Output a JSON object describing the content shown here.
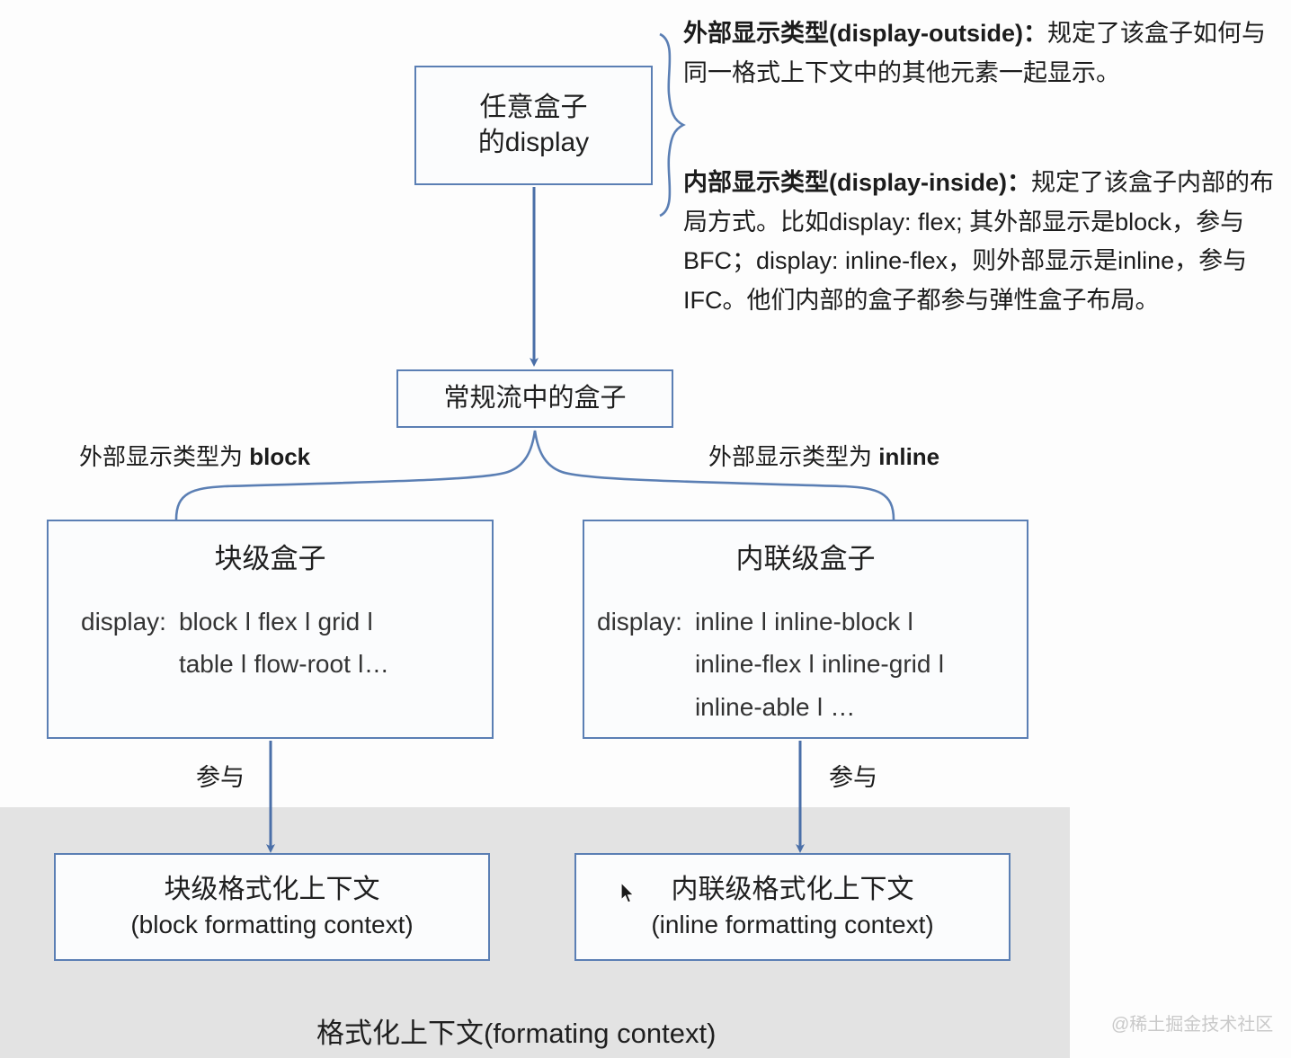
{
  "colors": {
    "box_border": "#5b7fb4",
    "arrow": "#4a6fa8",
    "panel_bg": "#e3e3e3",
    "page_bg": "#fdfdfd",
    "text": "#1f1f1f",
    "watermark": "#c9c9c9"
  },
  "nodes": {
    "any_box": {
      "label": "任意盒子\n的display"
    },
    "normal_flow": {
      "label": "常规流中的盒子"
    },
    "block_box": {
      "title": "块级盒子",
      "display_key": "display:",
      "display_values": "block ǀ flex ǀ grid ǀ\ntable ǀ flow-root ǀ…"
    },
    "inline_box": {
      "title": "内联级盒子",
      "display_key": "display:",
      "display_values": "inline ǀ inline-block ǀ\ninline-flex ǀ inline-grid ǀ\ninline-able ǀ …"
    },
    "bfc": {
      "cn": "块级格式化上下文",
      "en": "(block formatting context)"
    },
    "ifc": {
      "cn": "内联级格式化上下文",
      "en": "(inline formatting context)"
    }
  },
  "edge_labels": {
    "block_branch_prefix": "外部显示类型为 ",
    "block_branch_value": "block",
    "inline_branch_prefix": "外部显示类型为 ",
    "inline_branch_value": "inline",
    "join_left": "参与",
    "join_right": "参与"
  },
  "notes": {
    "outside": {
      "head": "外部显示类型(display-outside)：",
      "body": "规定了该盒子如何与同一格式上下文中的其他元素一起显示。"
    },
    "inside": {
      "head": "内部显示类型(display-inside)：",
      "body": "规定了该盒子内部的布局方式。比如display: flex; 其外部显示是block，参与 BFC；display: inline-flex，则外部显示是inline，参与IFC。他们内部的盒子都参与弹性盒子布局。"
    }
  },
  "footer": {
    "label": "格式化上下文(formating context)"
  },
  "watermark": {
    "text": "@稀土掘金技术社区"
  }
}
